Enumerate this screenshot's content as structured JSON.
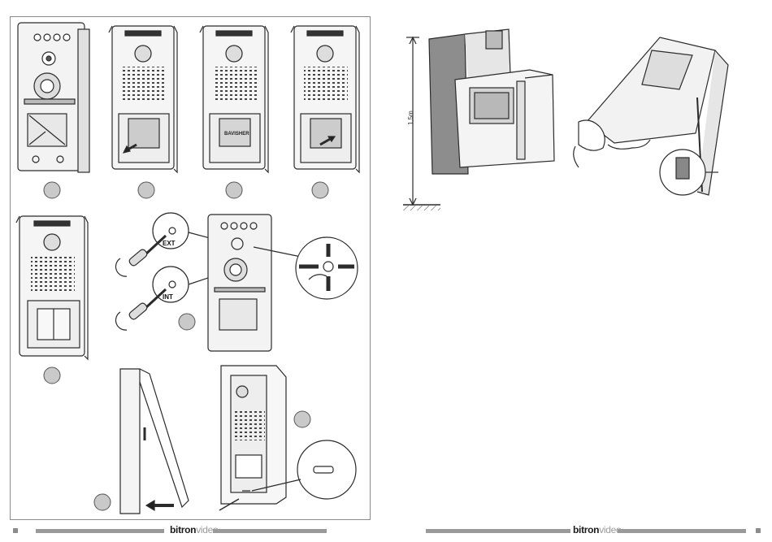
{
  "labels": {
    "ext": "EXT",
    "int": "INT",
    "height": "1,5m"
  },
  "footer": {
    "brand_bold": "bitron",
    "brand_light": "video"
  },
  "step_marker_count": 8,
  "colors": {
    "line": "#2b2b2b",
    "step_circle_fill": "#c9c9c9",
    "footer_bar": "#9a9a9a"
  }
}
